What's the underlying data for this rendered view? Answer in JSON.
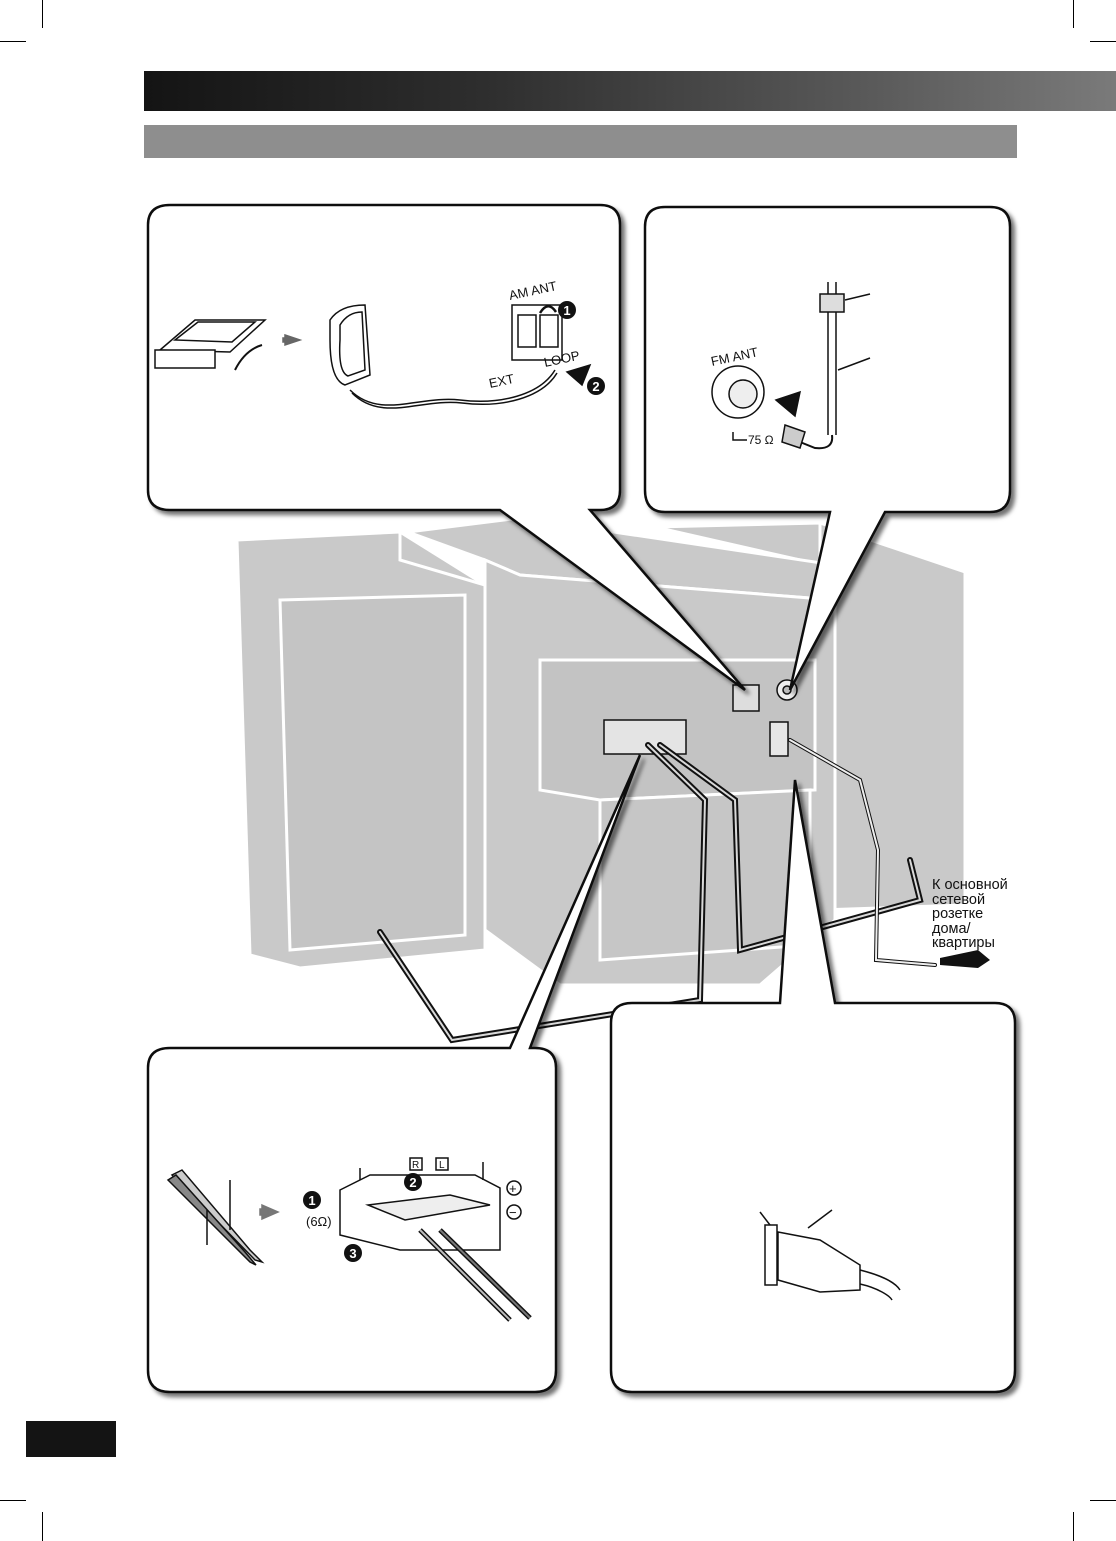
{
  "am_panel": {
    "terminal_label": "AM ANT",
    "ext_label": "EXT",
    "loop_label": "LOOP",
    "step_1": "1",
    "step_2": "2"
  },
  "fm_panel": {
    "terminal_label": "FM ANT",
    "impedance_label": "75 Ω"
  },
  "speaker_panel": {
    "impedance_label": "(6Ω)",
    "right_label": "R",
    "left_label": "L",
    "plus_symbol": "+",
    "minus_symbol": "−",
    "step_1": "1",
    "step_2": "2",
    "step_3": "3"
  },
  "outlet_note": {
    "lines": [
      "К основной",
      "сетевой",
      "розетке",
      "дома/",
      "квартиры"
    ]
  },
  "colors": {
    "title_bar": "#141414",
    "subtitle_bar": "#8e8e8e",
    "unit_fill": "#c8c8c8",
    "callout_border": "#111111"
  }
}
